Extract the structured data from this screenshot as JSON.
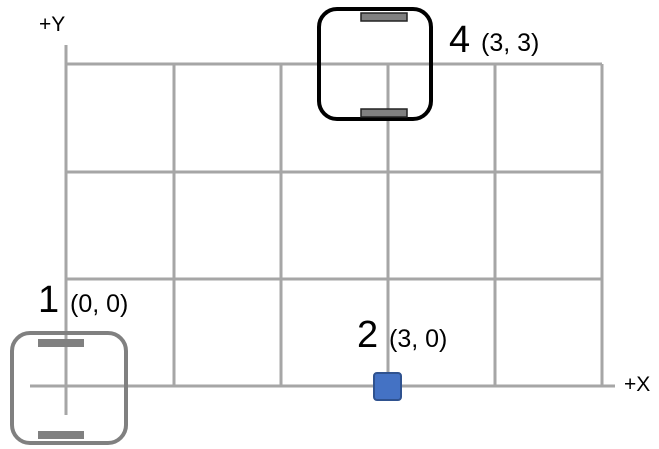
{
  "axes": {
    "x_label": "+X",
    "y_label": "+Y"
  },
  "points": [
    {
      "number": "1",
      "coord": "(0, 0)"
    },
    {
      "number": "2",
      "coord": "(3, 0)"
    },
    {
      "number": "4",
      "coord": "(3, 3)"
    }
  ],
  "colors": {
    "grid": "#a6a6a6",
    "robot_ghost": "#808080",
    "robot_active": "#000000",
    "wheel": "#808080",
    "marker": "#4472c4",
    "marker_stroke": "#2f528f"
  }
}
